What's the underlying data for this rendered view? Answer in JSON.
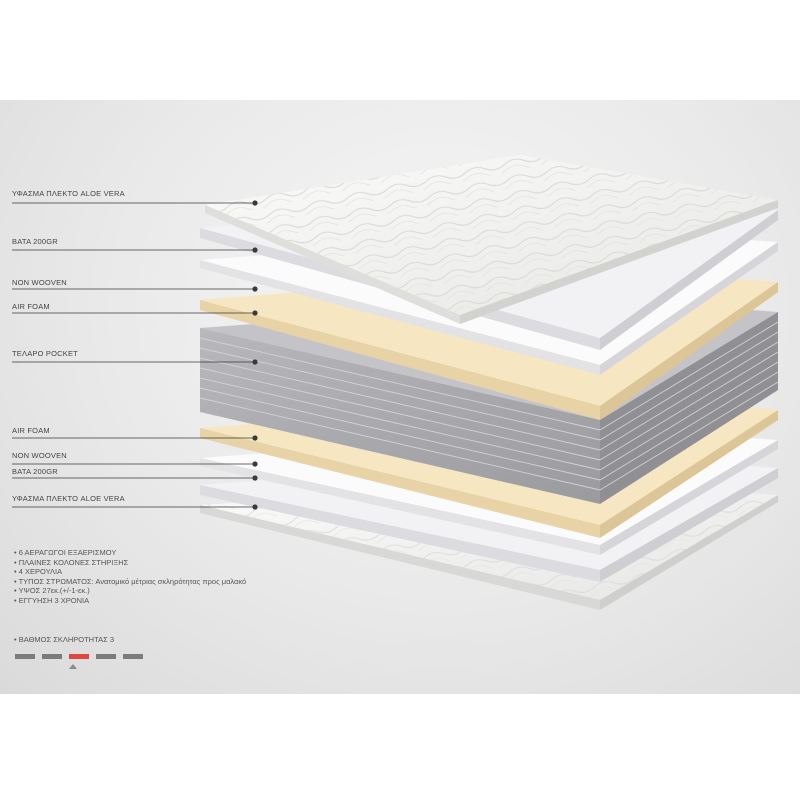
{
  "labels": {
    "top_fabric": "ΥΦΑΣΜΑ ΠΛΕΚΤΟ ALOE VERA",
    "top_wadding": "ΒΑΤΑ 200gr",
    "top_non_woven": "NON WOOVEN",
    "top_air_foam": "AIR FOAM",
    "core_pocket": "ΤΕΛΑΡΟ POCKET",
    "bottom_air_foam": "AIR FOAM",
    "bottom_non_woven": "NON WOOVEN",
    "bottom_wadding": "ΒΑΤΑ 200gr",
    "bottom_fabric": "ΥΦΑΣΜΑ ΠΛΕΚΤΟ ALOE VERA"
  },
  "features": [
    "6 ΑΕΡΑΓΩΓΟΙ ΕΞΑΕΡΙΣΜΟΥ",
    "ΠΛΑΙΝΕΣ ΚΟΛΟΝΕΣ ΣΤΗΡΙΞΗΣ",
    "4 ΧΕΡΟΥΛΙΑ",
    "ΤΥΠΟΣ ΣΤΡΩΜΑΤΟΣ: Ανατομικό μέτριας σκληρότητας προς μαλακό",
    "ΥΨΟΣ 27εκ.(+/-1-εκ.)",
    "ΕΓΓΥΗΣΗ 3 ΧΡΟΝΙΑ"
  ],
  "firmness": {
    "label": "ΒΑΘΜΟΣ ΣΚΛΗΡΟΤΗΤΑΣ 3",
    "level": 3,
    "max": 5
  },
  "colors": {
    "fabric": "#f0f0ee",
    "wadding": "#f4f4f6",
    "foam": "#f6e6c2",
    "pocket_core": "#a9a9ad",
    "grade_active": "#e0453f",
    "grade_inactive": "#7b7b7b"
  }
}
